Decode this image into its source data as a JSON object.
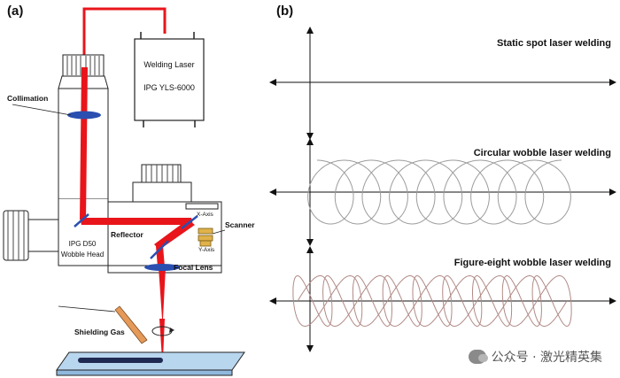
{
  "panel_a": {
    "tag": "(a)",
    "laser": {
      "line1": "Welding Laser",
      "line2": "IPG YLS-6000"
    },
    "labels": {
      "collimation": "Collimation",
      "head_line1": "IPG D50",
      "head_line2": "Wobble Head",
      "reflector": "Reflector",
      "x_axis": "X-Axis",
      "y_axis": "Y-Axis",
      "scanner": "Scanner",
      "focal_lens": "Focal Lens",
      "shielding_gas": "Shielding Gas"
    },
    "colors": {
      "beam": "#e8151b",
      "lens": "#2a4fb0",
      "plate": "#b9d6ef",
      "nozzle": "#e59a5a"
    }
  },
  "panel_b": {
    "tag": "(b)",
    "modes": [
      {
        "title": "Static spot laser welding"
      },
      {
        "title": "Circular wobble laser welding"
      },
      {
        "title": "Figure-eight wobble laser welding"
      }
    ]
  },
  "watermark": {
    "text": "公众号 · 激光精英集",
    "icon": "wechat-icon"
  }
}
